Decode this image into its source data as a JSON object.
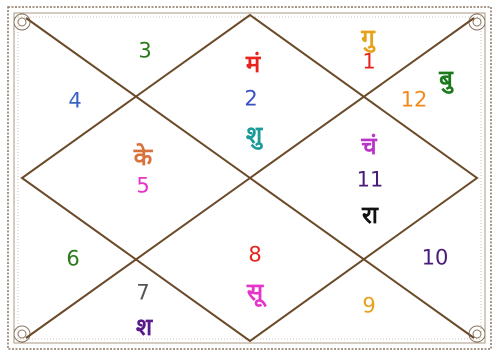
{
  "colors": {
    "line": "#6b4a2a",
    "border": "#8a7560",
    "background": "#ffffff"
  },
  "houses": [
    {
      "number": "1",
      "color": "#e8231c",
      "planets": [
        {
          "name": "गु",
          "color": "#e6a21a"
        }
      ]
    },
    {
      "number": "2",
      "color": "#3a4fc4",
      "planets": [
        {
          "name": "मं",
          "color": "#e8231c"
        },
        {
          "name": "शु",
          "color": "#1b9a9a"
        }
      ]
    },
    {
      "number": "3",
      "color": "#2a7a1a",
      "planets": []
    },
    {
      "number": "4",
      "color": "#3a63c8",
      "planets": []
    },
    {
      "number": "5",
      "color": "#e633c8",
      "planets": [
        {
          "name": "के",
          "color": "#d9713a"
        }
      ]
    },
    {
      "number": "6",
      "color": "#2a7a1a",
      "planets": []
    },
    {
      "number": "7",
      "color": "#555555",
      "planets": [
        {
          "name": "श",
          "color": "#5a1a8a"
        }
      ]
    },
    {
      "number": "8",
      "color": "#e8231c",
      "planets": [
        {
          "name": "सू",
          "color": "#e633c8"
        }
      ]
    },
    {
      "number": "9",
      "color": "#e6a21a",
      "planets": []
    },
    {
      "number": "10",
      "color": "#4a1a7a",
      "planets": []
    },
    {
      "number": "11",
      "color": "#4a1a7a",
      "planets": [
        {
          "name": "चं",
          "color": "#b833c8"
        },
        {
          "name": "रा",
          "color": "#111111"
        }
      ]
    },
    {
      "number": "12",
      "color": "#f28a1a",
      "planets": [
        {
          "name": "बु",
          "color": "#1a7a1a"
        }
      ]
    }
  ]
}
